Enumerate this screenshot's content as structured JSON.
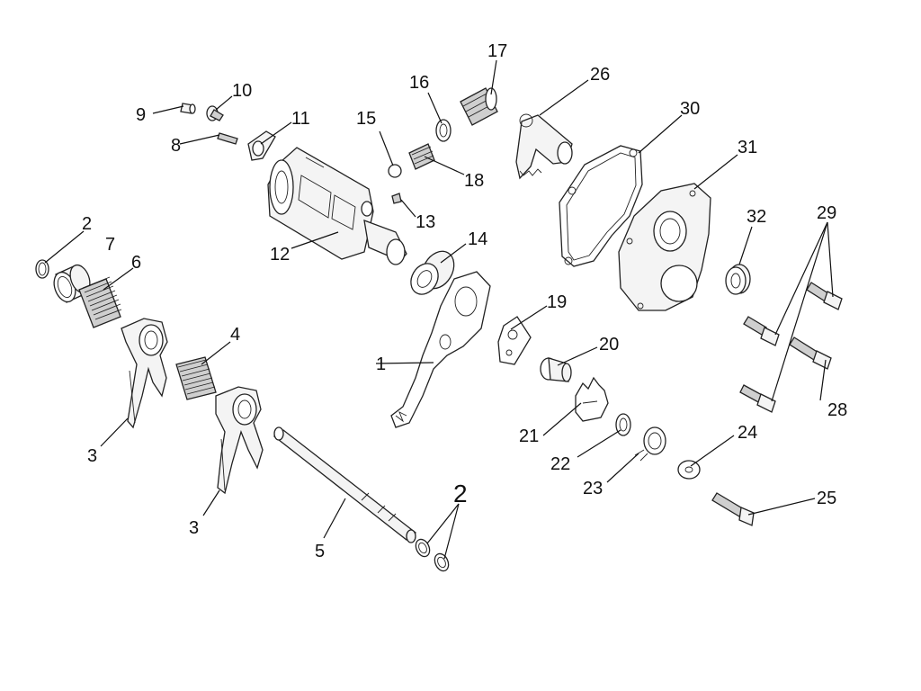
{
  "callouts": {
    "c1": "1",
    "c2a": "2",
    "c2b": "2",
    "c3a": "3",
    "c3b": "3",
    "c4": "4",
    "c5": "5",
    "c6": "6",
    "c7": "7",
    "c8": "8",
    "c9": "9",
    "c10": "10",
    "c11": "11",
    "c12": "12",
    "c13": "13",
    "c14": "14",
    "c15": "15",
    "c16": "16",
    "c17": "17",
    "c18": "18",
    "c19": "19",
    "c20": "20",
    "c21": "21",
    "c22": "22",
    "c23": "23",
    "c24": "24",
    "c25": "25",
    "c26": "26",
    "c28": "28",
    "c29": "29",
    "c30": "30",
    "c31": "31",
    "c32": "32"
  }
}
